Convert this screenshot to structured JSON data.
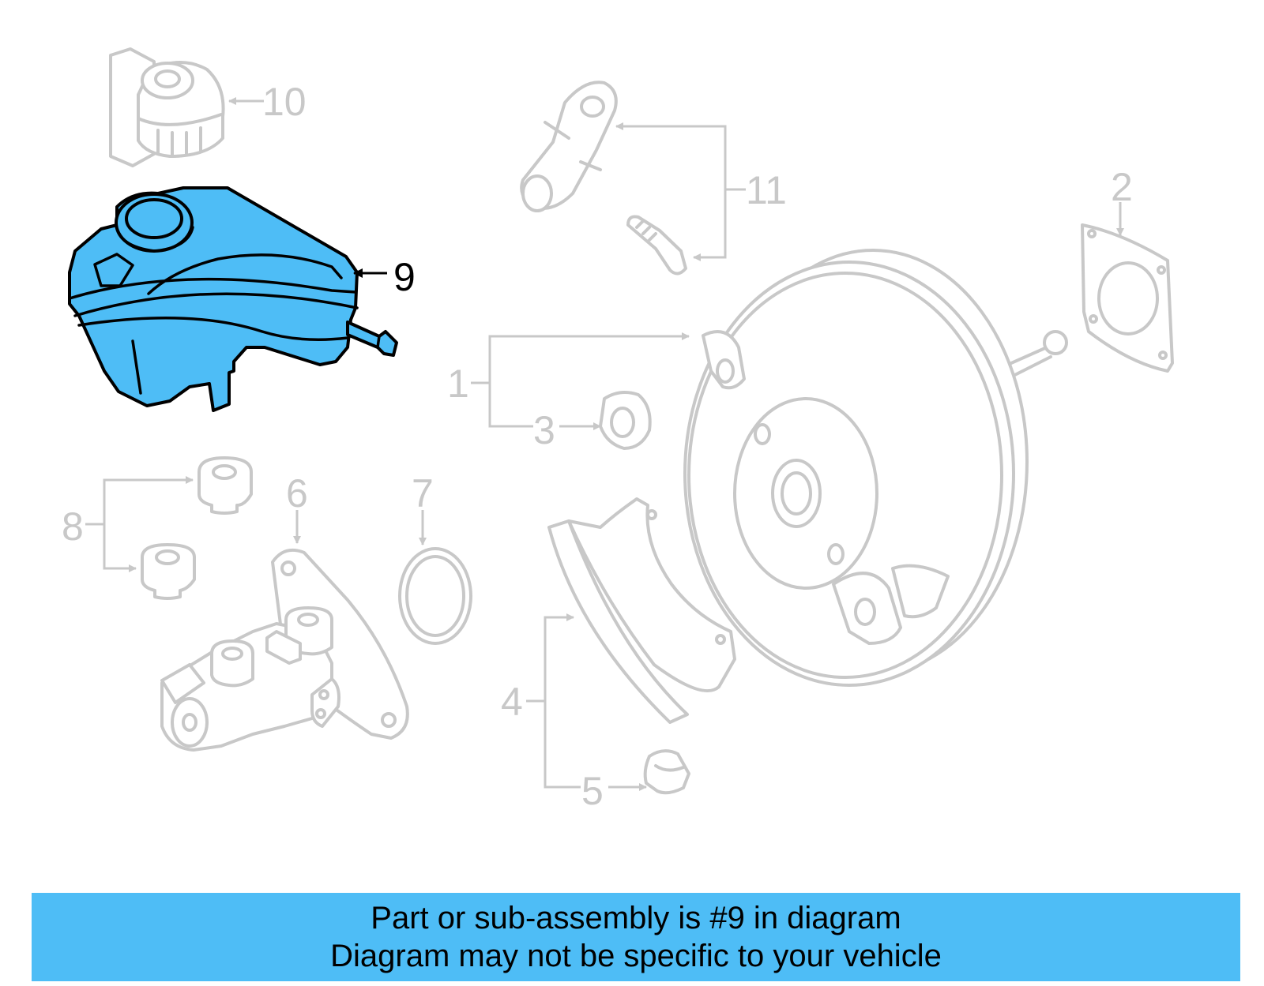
{
  "diagram": {
    "callouts": {
      "c1": "1",
      "c2": "2",
      "c3": "3",
      "c4": "4",
      "c5": "5",
      "c6": "6",
      "c7": "7",
      "c8": "8",
      "c9": "9",
      "c10": "10",
      "c11": "11"
    },
    "highlighted_part": "9",
    "colors": {
      "highlight": "#4ebdf6",
      "ghost_outline": "#c8c8c8",
      "active_outline": "#000000"
    }
  },
  "banner": {
    "line1": "Part or sub-assembly is #9 in diagram",
    "line2": "Diagram may not be specific to your vehicle"
  }
}
